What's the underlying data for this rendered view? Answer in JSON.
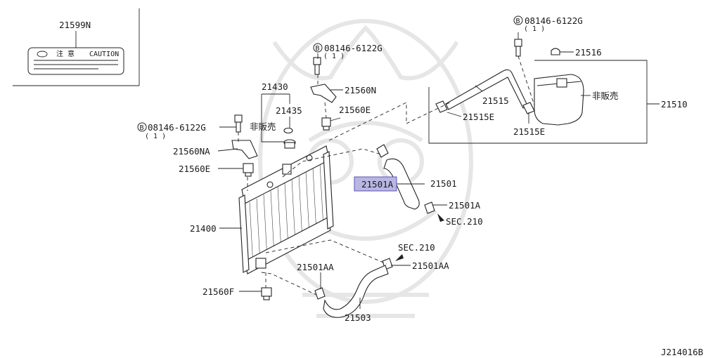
{
  "caution_box": {
    "part_no": "21599N",
    "jp_text": "注 意",
    "caution_text": "CAUTION"
  },
  "labels": {
    "bolt_left": "08146-6122G",
    "bolt_left_qty": "( 1 )",
    "bolt_center": "08146-6122G",
    "bolt_center_qty": "( 1 )",
    "bolt_right": "08146-6122G",
    "bolt_right_qty": "( 1 )",
    "bolt_marker": "B",
    "p21430": "21430",
    "p21435": "21435",
    "not_for_sale_left": "非販売",
    "p21560n": "21560N",
    "p21560e_top": "21560E",
    "p21560na": "21560NA",
    "p21560e_left": "21560E",
    "p21400": "21400",
    "p21560f": "21560F",
    "p21501a_highlight": "21501A",
    "p21501": "21501",
    "p21501a": "21501A",
    "sec210_top": "SEC.210",
    "sec210_bottom": "SEC.210",
    "p21501aa_left": "21501AA",
    "p21501aa_right": "21501AA",
    "p21503": "21503",
    "p21515": "21515",
    "p21515e_top": "21515E",
    "p21515e_bottom": "21515E",
    "p21516": "21516",
    "not_for_sale_right": "非販売",
    "p21510": "21510"
  },
  "footer": {
    "diagram_code": "J214016B"
  },
  "colors": {
    "highlight_fill": "#b9b6e3",
    "highlight_stroke": "#5b56b0",
    "line": "#222222"
  }
}
